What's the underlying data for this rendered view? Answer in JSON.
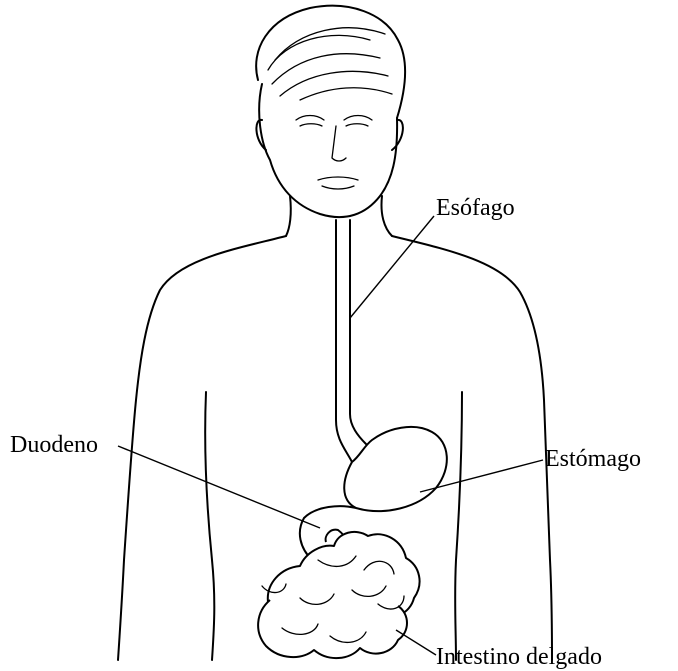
{
  "labels": {
    "esophagus": "Esófago",
    "stomach": "Estómago",
    "duodenum": "Duodeno",
    "small_intestine": "Intestino delgado"
  }
}
